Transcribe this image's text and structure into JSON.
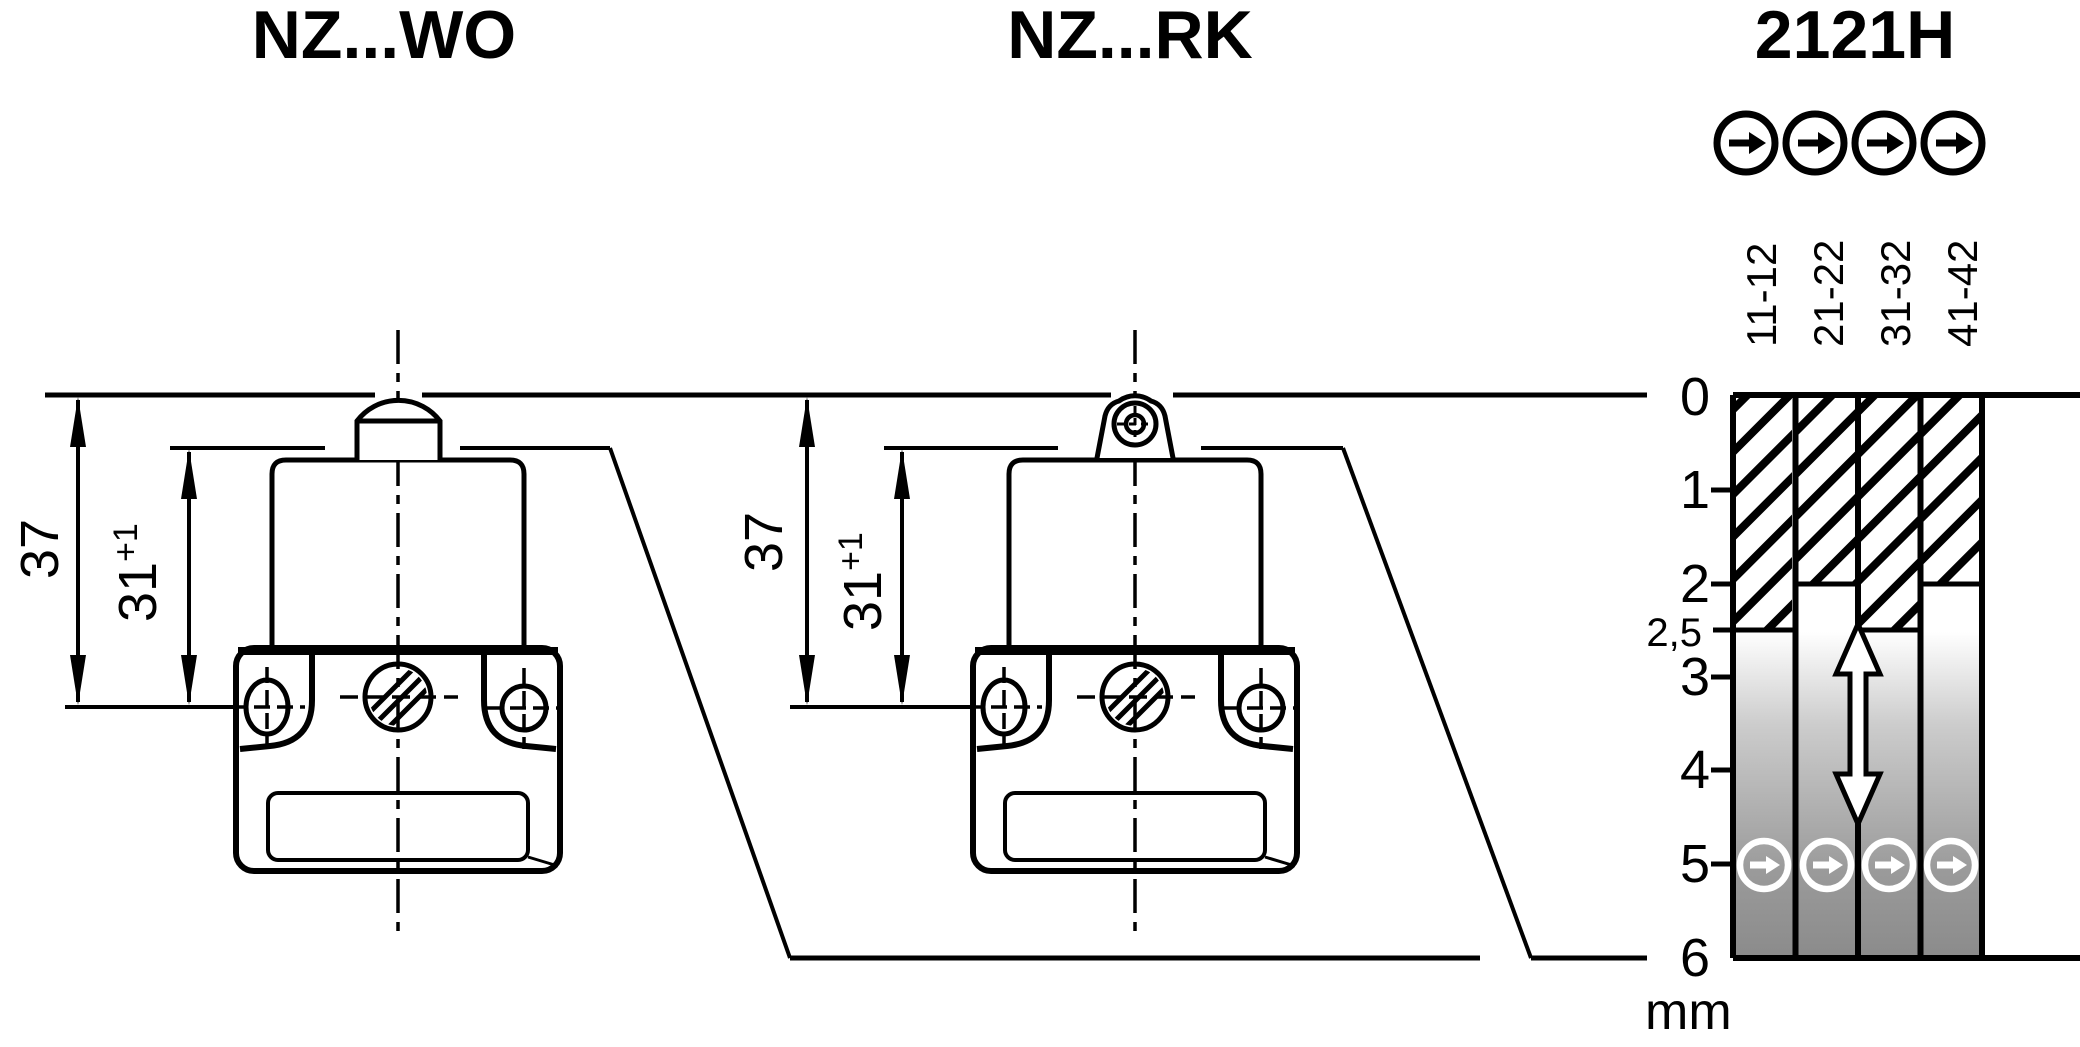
{
  "header": {
    "titles": [
      "NZ...WO",
      "NZ...RK",
      "2121H"
    ]
  },
  "switches": [
    {
      "title": "NZ...WO",
      "actuator": "dome-plunger",
      "dims": {
        "total": "37",
        "body": "31",
        "tolerance": "+1"
      }
    },
    {
      "title": "NZ...RK",
      "actuator": "roller-plunger",
      "dims": {
        "total": "37",
        "body": "31",
        "tolerance": "+1"
      }
    }
  ],
  "diagram": {
    "title": "2121H",
    "unit": "mm",
    "ticks": [
      "0",
      "1",
      "2",
      "2,5",
      "3",
      "4",
      "5",
      "6"
    ],
    "contacts": [
      {
        "label": "11-12",
        "closed_from_mm": 0,
        "closed_to_mm": 2.5
      },
      {
        "label": "21-22",
        "closed_from_mm": 0,
        "closed_to_mm": 2.0
      },
      {
        "label": "31-32",
        "closed_from_mm": 0,
        "closed_to_mm": 2.5
      },
      {
        "label": "41-42",
        "closed_from_mm": 0,
        "closed_to_mm": 2.0
      }
    ],
    "travel_range_mm": [
      0,
      6
    ],
    "icons": {
      "actuation_direction": "circle-arrow-right-icon",
      "travel": "double-vertical-arrow-icon"
    },
    "colors": {
      "ink": "#000000",
      "fade_gray": "#8b8b8b",
      "paper": "#ffffff"
    }
  }
}
